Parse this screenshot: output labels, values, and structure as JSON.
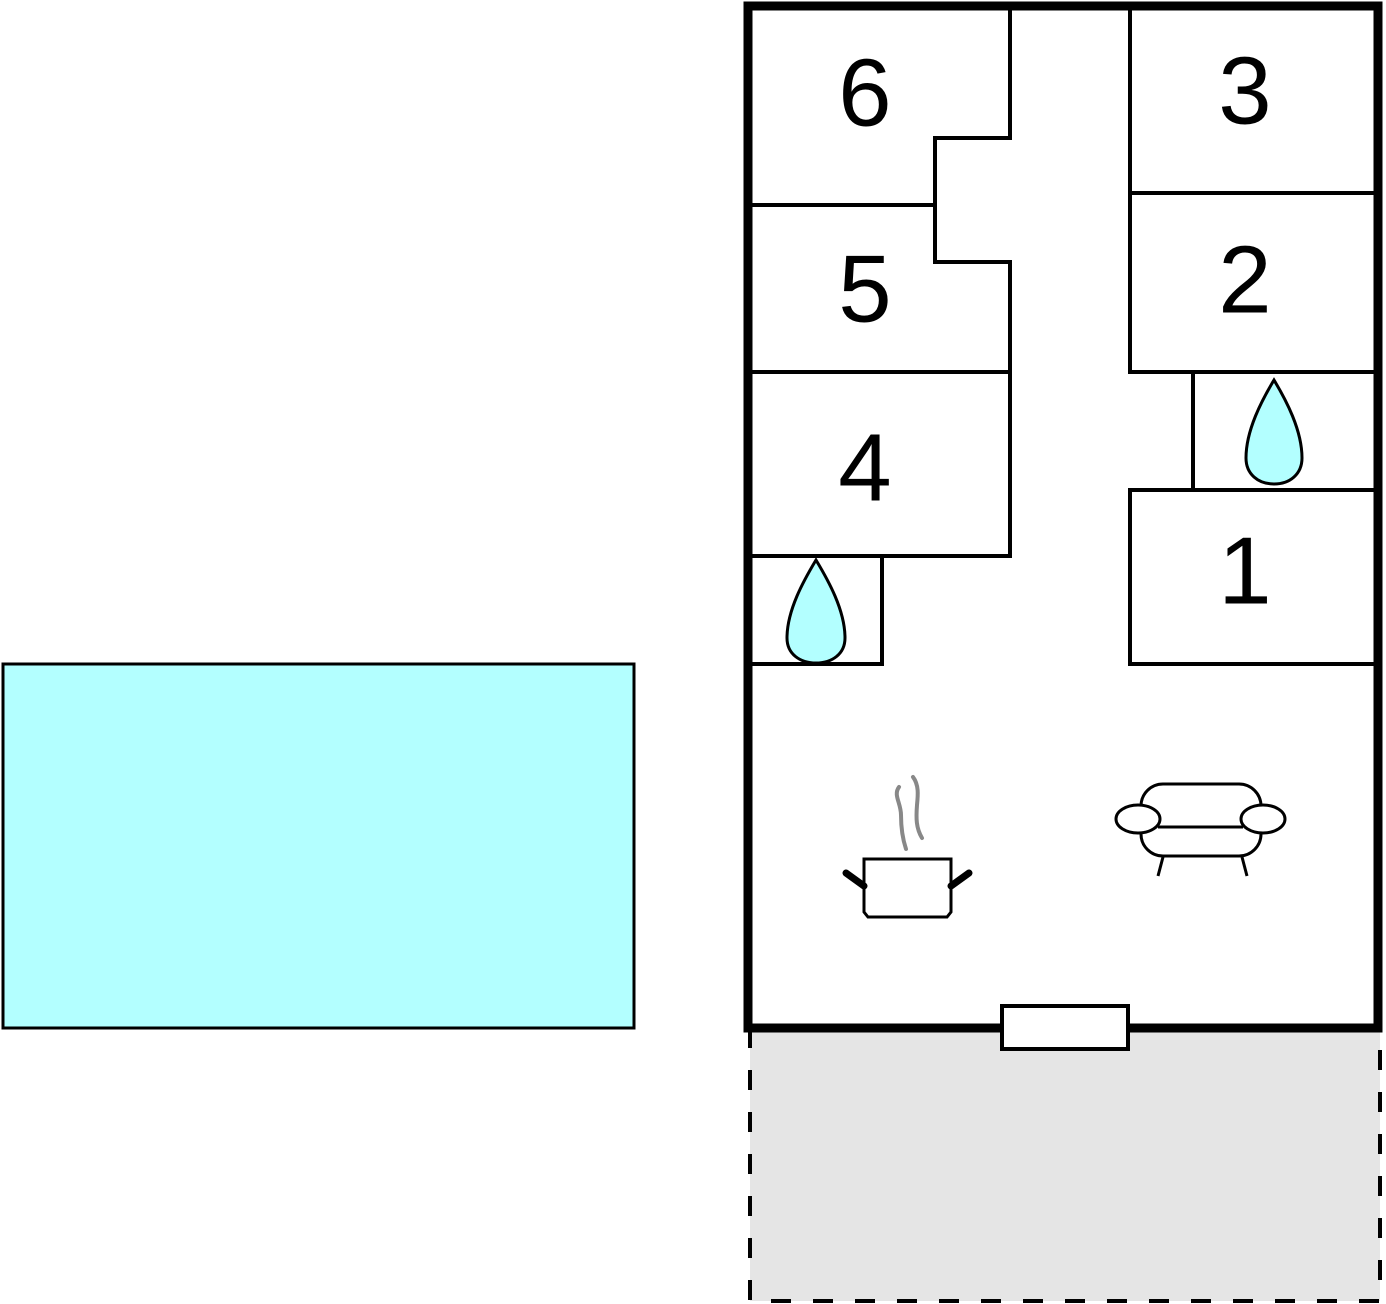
{
  "diagram": {
    "type": "floor-plan",
    "colors": {
      "wall": "#000000",
      "pool": "#b3ffff",
      "terrace": "#e5e5e5",
      "water_drop": "#b3ffff",
      "steam": "#888888",
      "background": "#ffffff"
    },
    "rooms": [
      {
        "id": "room-1",
        "label": "1"
      },
      {
        "id": "room-2",
        "label": "2"
      },
      {
        "id": "room-3",
        "label": "3"
      },
      {
        "id": "room-4",
        "label": "4"
      },
      {
        "id": "room-5",
        "label": "5"
      },
      {
        "id": "room-6",
        "label": "6"
      }
    ],
    "icons": [
      {
        "name": "bathroom-water-drop-icon",
        "location": "between room 2 and room 1"
      },
      {
        "name": "bathroom-water-drop-icon",
        "location": "below room 4"
      },
      {
        "name": "kitchen-cooking-pot-icon",
        "location": "living area left"
      },
      {
        "name": "living-room-sofa-icon",
        "location": "living area right"
      }
    ],
    "areas": [
      "swimming-pool",
      "house",
      "terrace"
    ]
  }
}
